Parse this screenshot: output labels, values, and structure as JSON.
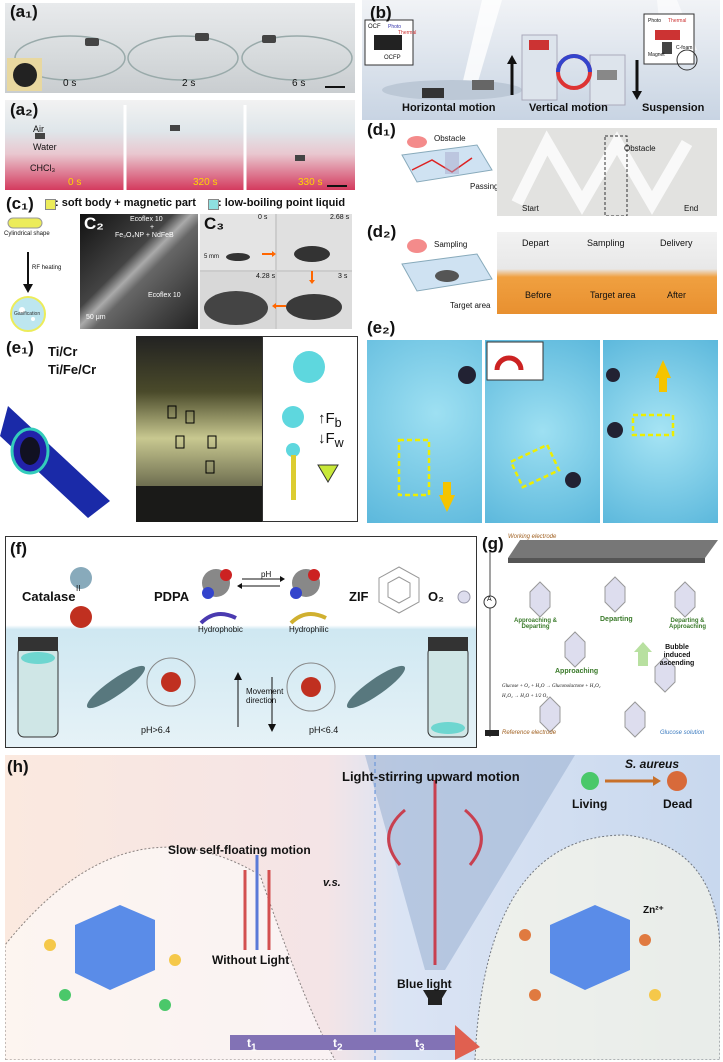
{
  "panels": {
    "a1": {
      "label": "(a₁)",
      "times": [
        "0 s",
        "2 s",
        "6 s"
      ]
    },
    "a2": {
      "label": "(a₂)",
      "layers": [
        "Air",
        "Water",
        "CHCl₃"
      ],
      "times": [
        "0 s",
        "320 s",
        "330 s"
      ]
    },
    "b": {
      "label": "(b)",
      "captions": [
        "Horizontal motion",
        "Vertical motion",
        "Suspension"
      ],
      "inset_left": [
        "OCF",
        "Photo",
        "Thermal",
        "OCFP"
      ],
      "inset_right": [
        "Photo",
        "Thermal",
        "C-foam",
        "Magnet"
      ]
    },
    "c1": {
      "label": "(c₁)",
      "legend_a": ": soft body + magnetic part",
      "legend_b": ": low-boiling point liquid",
      "shape": "Cylindrical shape",
      "heating": "RF heating",
      "gas": "Gasification"
    },
    "c2": {
      "label": "C₂",
      "top": "Ecoflex 10",
      "plus": "+",
      "mid": "Fe₃O₄NP + NdFeB",
      "bottom": "Ecoflex 10",
      "scale": "50 μm"
    },
    "c3": {
      "label": "C₃",
      "times": [
        "0 s",
        "2.68 s",
        "4.28 s",
        "3 s"
      ],
      "scale": "5 mm"
    },
    "d1": {
      "label": "(d₁)",
      "obstacle": "Obstacle",
      "passing": "Passing",
      "obstacle2": "Obstacle",
      "start": "Start",
      "end": "End"
    },
    "d2": {
      "label": "(d₂)",
      "sampling": "Sampling",
      "target": "Target area",
      "stages": [
        "Depart",
        "Sampling",
        "Delivery"
      ],
      "bottom": [
        "Before",
        "Target area",
        "After"
      ]
    },
    "e1": {
      "label": "(e₁)",
      "metals": [
        "Ti/Cr",
        "Ti/Fe/Cr"
      ],
      "fb": "F",
      "fb_sub": "b",
      "fw": "F",
      "fw_sub": "w"
    },
    "e2": {
      "label": "(e₂)"
    },
    "f": {
      "label": "(f)",
      "catalase": "Catalase",
      "pdpa": "PDPA",
      "zif": "ZIF",
      "o2": "O₂",
      "ph": "pH",
      "hydrophobic": "Hydrophobic",
      "hydrophilic": "Hydrophilic",
      "movement": "Movement direction",
      "ph_hi": "pH>6.4",
      "ph_lo": "pH<6.4",
      "eq": "II"
    },
    "g": {
      "label": "(g)",
      "working": "Working electrode",
      "reference": "Reference electrode",
      "glucose_solution": "Glucose solution",
      "ammeter": "A",
      "approach_depart": "Approaching & Departing",
      "approaching": "Approaching",
      "departing": "Departing",
      "depart_approach": "Departing & Approaching",
      "bubble": "Bubble induced ascending",
      "eq1": "Glucose + O₂ + H₂O → Gluconolactone + H₂O₂",
      "eq2": "H₂O₂ → H₂O + 1/2 O₂"
    },
    "h": {
      "label": "(h)",
      "light_motion": "Light-stirring upward motion",
      "species": "S. aureus",
      "living": "Living",
      "dead": "Dead",
      "slow": "Slow self-floating motion",
      "vs": "v.s.",
      "without": "Without Light",
      "blue": "Blue light",
      "zn": "Zn²⁺",
      "t1": "t",
      "t2": "t",
      "t3": "t",
      "s1": "1",
      "s2": "2",
      "s3": "3"
    }
  }
}
